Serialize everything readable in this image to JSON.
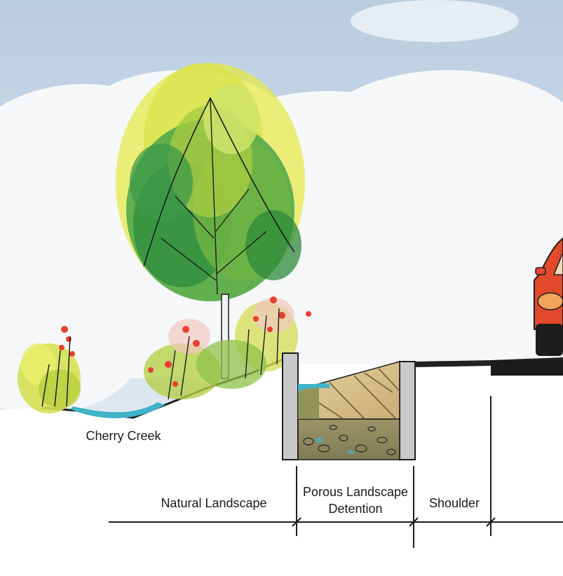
{
  "labels": {
    "cherry_creek": "Cherry Creek",
    "natural_landscape": "Natural Landscape",
    "porous_landscape_detention": "Porous Landscape Detention",
    "shoulder": "Shoulder"
  },
  "colors": {
    "sky": "#c9d8e6",
    "cloud": "#f4f6f8",
    "water": "#3fb3c8",
    "tree_dark": "#2f8f3e",
    "tree_light": "#c9dc3a",
    "flower": "#e8402e",
    "curb": "#c8c8c8",
    "sand": "#d8c08c",
    "gravel": "#8e8a5c",
    "road": "#222222",
    "car": "#e2492a"
  }
}
